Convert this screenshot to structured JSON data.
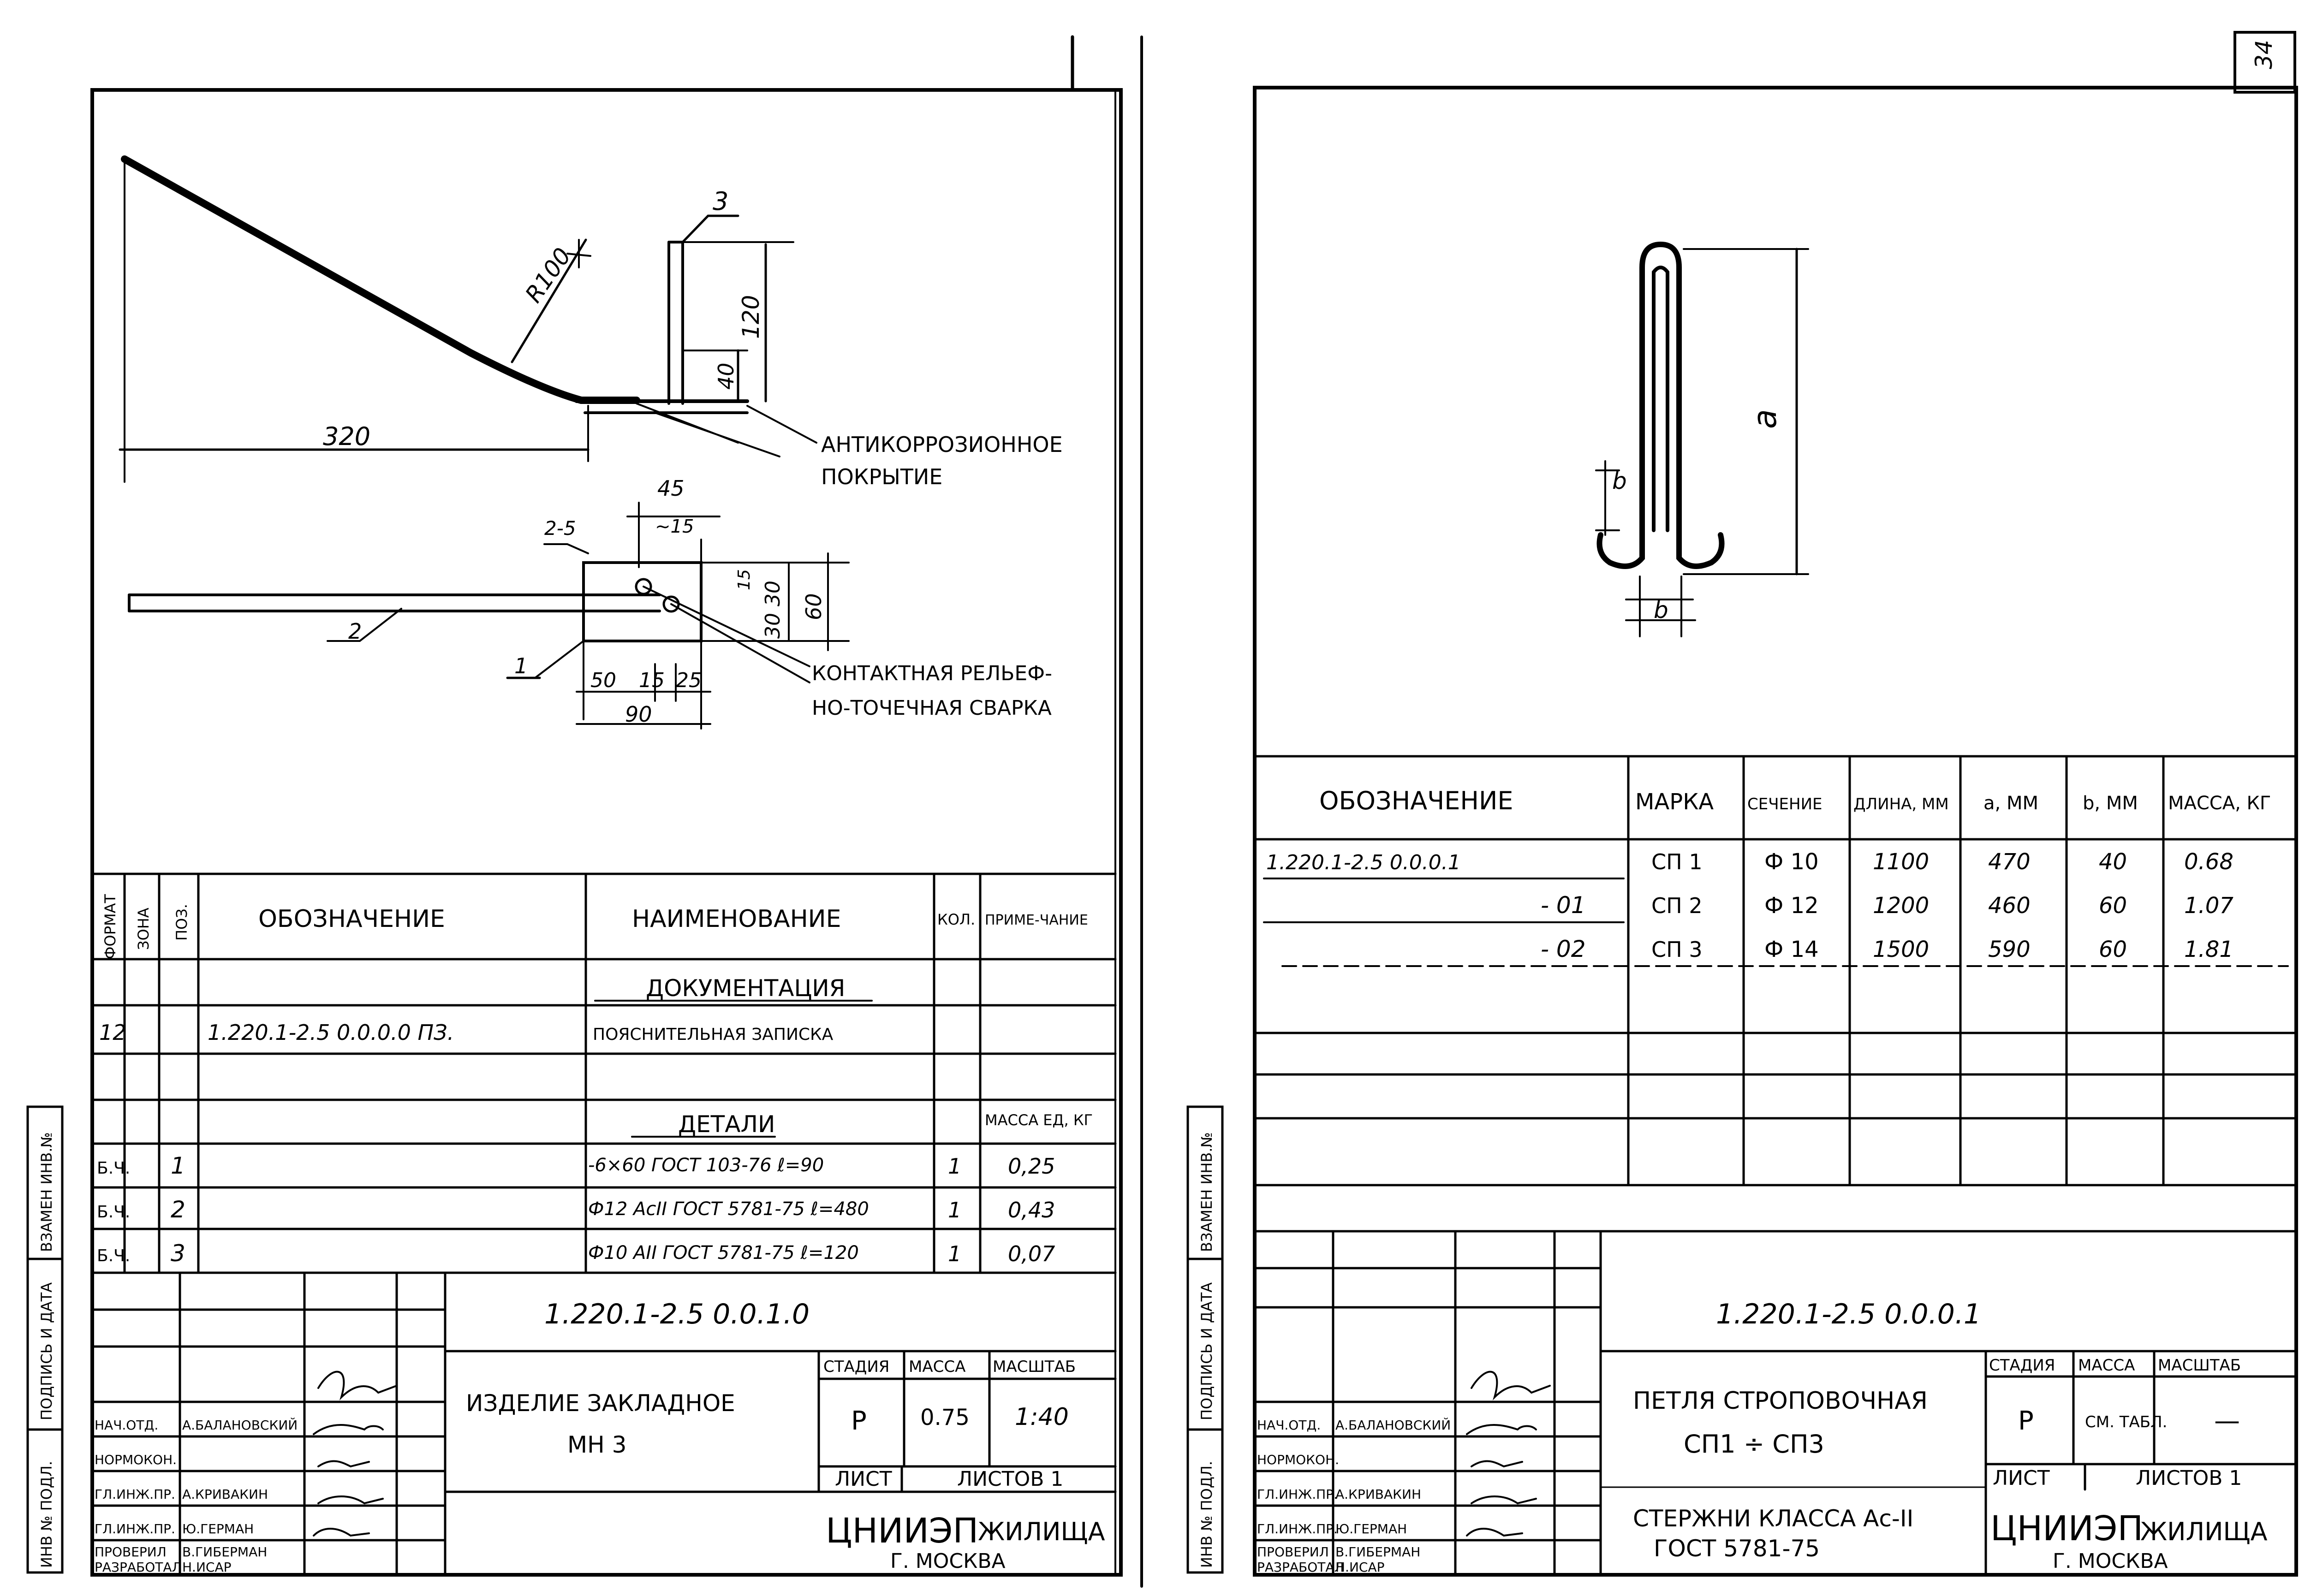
{
  "left_sheet": {
    "drawing": {
      "labels": {
        "radius": "R100",
        "length_320": "320",
        "pos3": "3",
        "dim_120": "120",
        "dim_40": "40",
        "coating_line1": "АНТИКОРРОЗИОННОЕ",
        "coating_line2": "ПОКРЫТИЕ",
        "dim_45": "45",
        "dim_15_top": "~15",
        "weld_ref": "2-5",
        "dim_15_side": "15",
        "dim_30_30": "30 30",
        "dim_60": "60",
        "pos2": "2",
        "pos1": "1",
        "dim_50": "50",
        "dim_15": "15",
        "dim_25": "25",
        "dim_90": "90",
        "weld_line1": "КОНТАКТНАЯ РЕЛЬЕФ-",
        "weld_line2": "НО-ТОЧЕЧНАЯ СВАРКА"
      }
    },
    "spec_table": {
      "headers": {
        "format": "ФОРМАТ",
        "zone": "ЗОНА",
        "pos": "ПОЗ.",
        "designation": "ОБОЗНАЧЕНИЕ",
        "name": "НАИМЕНОВАНИЕ",
        "qty": "КОЛ.",
        "note": "ПРИМЕ-ЧАНИЕ"
      },
      "section_docs": "ДОКУМЕНТАЦИЯ",
      "doc_row": {
        "format": "12",
        "designation": "1.220.1-2.5 0.0.0.0 ПЗ.",
        "name": "ПОЯСНИТЕЛЬНАЯ ЗАПИСКА"
      },
      "section_parts": "ДЕТАЛИ",
      "mass_header": "МАССА ЕД, КГ",
      "rows": [
        {
          "format": "Б.Ч.",
          "pos": "1",
          "name": "-6×60 ГОСТ 103-76 ℓ=90",
          "qty": "1",
          "note": "0,25"
        },
        {
          "format": "Б.Ч.",
          "pos": "2",
          "name": "Ф12 АсII ГОСТ 5781-75 ℓ=480",
          "qty": "1",
          "note": "0,43"
        },
        {
          "format": "Б.Ч.",
          "pos": "3",
          "name": "Ф10 АII ГОСТ 5781-75 ℓ=120",
          "qty": "1",
          "note": "0,07"
        }
      ]
    },
    "title_block": {
      "code": "1.220.1-2.5 0.0.1.0",
      "title_line1": "ИЗДЕЛИЕ ЗАКЛАДНОЕ",
      "title_line2": "МН 3",
      "stage_label": "СТАДИЯ",
      "mass_label": "МАССА",
      "scale_label": "МАСШТАБ",
      "stage": "Р",
      "mass": "0.75",
      "scale": "1:40",
      "sheet_label": "ЛИСТ",
      "sheets_label": "ЛИСТОВ 1",
      "org": "ЦНИИЭП",
      "org2": "ЖИЛИЩА",
      "city": "Г. МОСКВА",
      "people": [
        {
          "role": "НАЧ.ОТД.",
          "name": "А.БАЛАНОВСКИЙ"
        },
        {
          "role": "НОРМОКОН.",
          "name": ""
        },
        {
          "role": "ГЛ.ИНЖ.ПР.",
          "name": "А.КРИВАКИН"
        },
        {
          "role": "ГЛ.ИНЖ.ПР.",
          "name": "Ю.ГЕРМАН"
        },
        {
          "role": "ПРОВЕРИЛ",
          "name": "В.ГИБЕРМАН"
        },
        {
          "role": "РАЗРАБОТАЛ",
          "name": "Н.ИСАР"
        }
      ]
    },
    "side_stamps": [
      "ИНВ № ПОДЛ.",
      "ПОДПИСЬ И ДАТА",
      "ВЗАМЕН ИНВ.№"
    ]
  },
  "right_sheet": {
    "corner_mark": "34",
    "drawing": {
      "label_a": "a",
      "label_b1": "b",
      "label_b2": "b"
    },
    "spec_table": {
      "headers": {
        "designation": "ОБОЗНАЧЕНИЕ",
        "mark": "МАРКА",
        "section": "СЕЧЕНИЕ",
        "length": "ДЛИНА, ММ",
        "a": "a, ММ",
        "b": "b, ММ",
        "mass": "МАССА, КГ"
      },
      "rows": [
        {
          "designation": "1.220.1-2.5 0.0.0.1",
          "mark": "СП 1",
          "section": "Ф 10",
          "length": "1100",
          "a": "470",
          "b": "40",
          "mass": "0.68"
        },
        {
          "designation": "- 01",
          "mark": "СП 2",
          "section": "Ф 12",
          "length": "1200",
          "a": "460",
          "b": "60",
          "mass": "1.07"
        },
        {
          "designation": "- 02",
          "mark": "СП 3",
          "section": "Ф 14",
          "length": "1500",
          "a": "590",
          "b": "60",
          "mass": "1.81"
        }
      ]
    },
    "title_block": {
      "code": "1.220.1-2.5 0.0.0.1",
      "title_line1": "ПЕТЛЯ СТРОПОВОЧНАЯ",
      "title_line2": "СП1 ÷ СП3",
      "material_line1": "СТЕРЖНИ КЛАССА Ас-II",
      "material_line2": "ГОСТ 5781-75",
      "stage_label": "СТАДИЯ",
      "mass_label": "МАССА",
      "scale_label": "МАСШТАБ",
      "stage": "Р",
      "mass": "СМ. ТАБЛ.",
      "scale": "—",
      "sheet_label": "ЛИСТ",
      "sheets_label": "ЛИСТОВ 1",
      "org": "ЦНИИЭП",
      "org2": "ЖИЛИЩА",
      "city": "Г. МОСКВА",
      "people": [
        {
          "role": "НАЧ.ОТД.",
          "name": "А.БАЛАНОВСКИЙ"
        },
        {
          "role": "НОРМОКОН.",
          "name": ""
        },
        {
          "role": "ГЛ.ИНЖ.ПР.",
          "name": "А.КРИВАКИН"
        },
        {
          "role": "ГЛ.ИНЖ.ПР.",
          "name": "Ю.ГЕРМАН"
        },
        {
          "role": "ПРОВЕРИЛ",
          "name": "В.ГИБЕРМАН"
        },
        {
          "role": "РАЗРАБОТАЛ",
          "name": "Н.ИСАР"
        }
      ]
    },
    "side_stamps": [
      "ИНВ № ПОДЛ.",
      "ПОДПИСЬ И ДАТА",
      "ВЗАМЕН ИНВ.№"
    ]
  }
}
